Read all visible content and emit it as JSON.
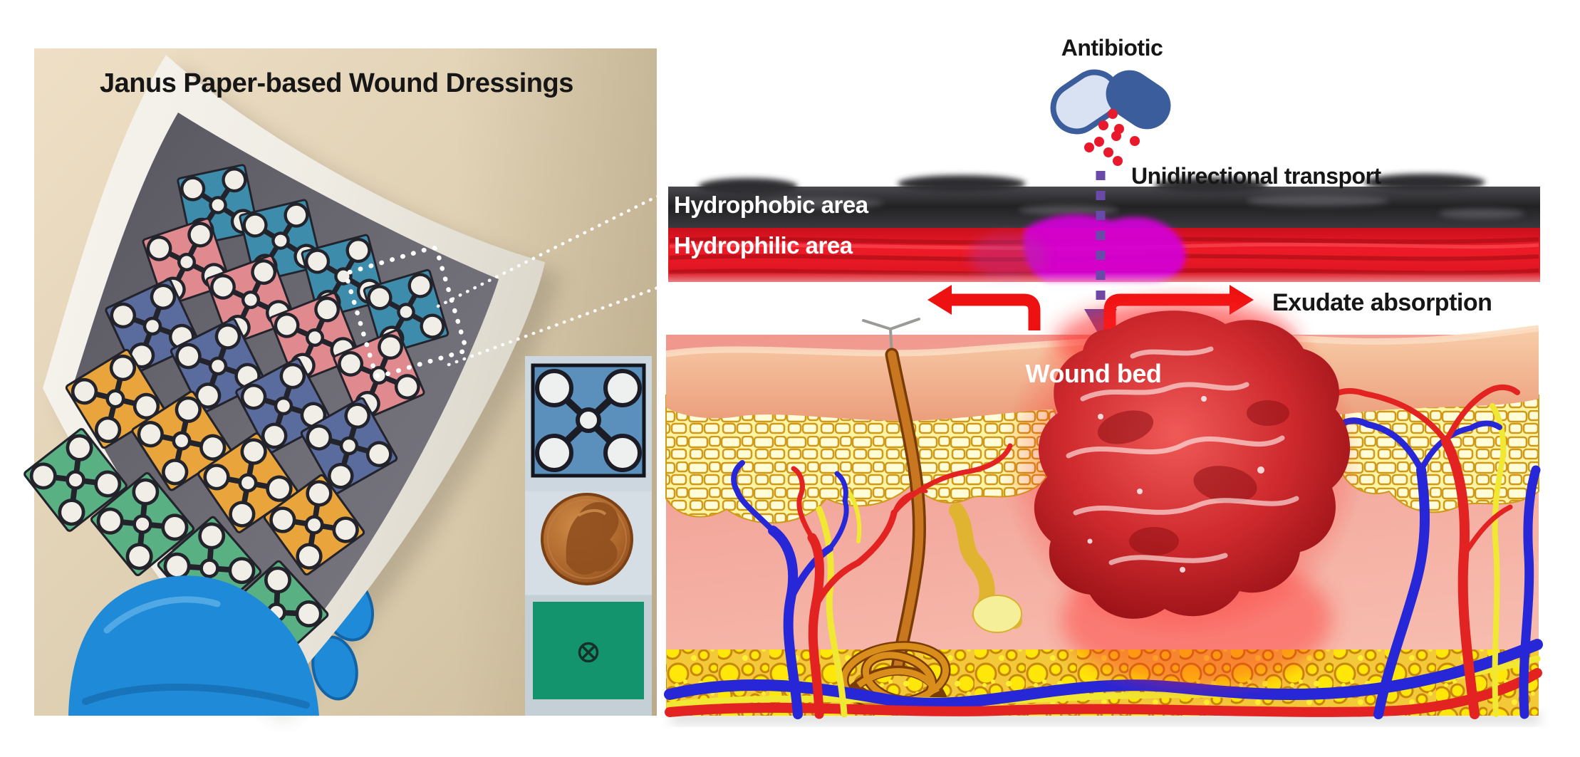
{
  "theme": {
    "wall-1": "#ead9bd",
    "wall-2": "#cfc0a1",
    "paper": "#f3f0e9",
    "print-1": "#5b5962",
    "print-2": "#787680",
    "wire": "#25252d",
    "dot": "#f1eee7",
    "glove": "#1f8bd8",
    "glove-dark": "#1264a6",
    "strip": "#ccd7df",
    "swatch-blue": "#5b90bd",
    "swatch-green": "#14946c",
    "penny-1": "#c8803c",
    "penny-2": "#8f4f1e",
    "capsule-light": "#d9e2f3",
    "capsule-dark": "#3c5d9c",
    "pill-red": "#e8192c",
    "purple": "#6a4aa8",
    "arrow-red": "#ee1111",
    "mem-dark-1": "#17171a",
    "mem-dark-2": "#6a6a6e",
    "mem-red": "#e81622",
    "magenta": "#d400d8",
    "derm-1": "#f2a29b",
    "derm-2": "#f7bcae",
    "epi-1": "#f8cda9",
    "epi-2": "#ec9e7c",
    "cell-bg": "#fdf4a4",
    "cell-line": "#d09a18",
    "fat-bg": "#f3c93a",
    "fat-circle": "#ffe70a",
    "fat-line": "#c8860a",
    "artery": "#e32222",
    "vein": "#2727d8",
    "nerve": "#f0e833",
    "hair": "#b5651a",
    "gland": "#d98e1c",
    "wound-1": "#e8474b",
    "wound-2": "#a31318"
  },
  "left": {
    "title": "Janus Paper-based Wound Dressings",
    "sheet": {
      "cols": 4,
      "rows": [
        {
          "name": "teal",
          "hex": "#3e8cab"
        },
        {
          "name": "pink",
          "hex": "#e08a90"
        },
        {
          "name": "slate",
          "hex": "#5a6b9e"
        },
        {
          "name": "orange",
          "hex": "#e9a43c"
        },
        {
          "name": "green",
          "hex": "#58b083"
        }
      ]
    },
    "inset": {
      "pattern_swatch_color": "#5b90bd",
      "coin_name": "penny",
      "green_swatch_color": "#14946c",
      "green_swatch_symbol": "⊗"
    }
  },
  "right": {
    "antibiotic_label": "Antibiotic",
    "transport_label": "Unidirectional transport",
    "hydrophobic_label": "Hydrophobic area",
    "hydrophilic_label": "Hydrophilic area",
    "exudate_label": "Exudate absorption",
    "wound_bed_label": "Wound bed"
  }
}
